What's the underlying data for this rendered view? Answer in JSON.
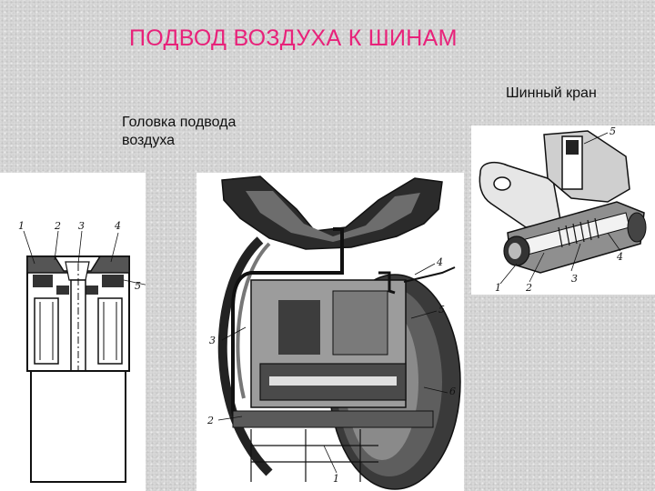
{
  "slide": {
    "title": "ПОДВОД ВОЗДУХА К ШИНАМ",
    "title_color": "#e8227a"
  },
  "captions": {
    "tire_valve": "Шинный кран",
    "air_supply_head": "Головка подвода воздуха"
  },
  "figures": {
    "air_supply_head": {
      "labels": [
        "1",
        "2",
        "3",
        "4",
        "5"
      ]
    },
    "wheel_assembly": {
      "labels": [
        "1",
        "2",
        "3",
        "4",
        "5",
        "6"
      ]
    },
    "tire_valve": {
      "labels": [
        "1",
        "2",
        "3",
        "4",
        "5"
      ]
    }
  }
}
